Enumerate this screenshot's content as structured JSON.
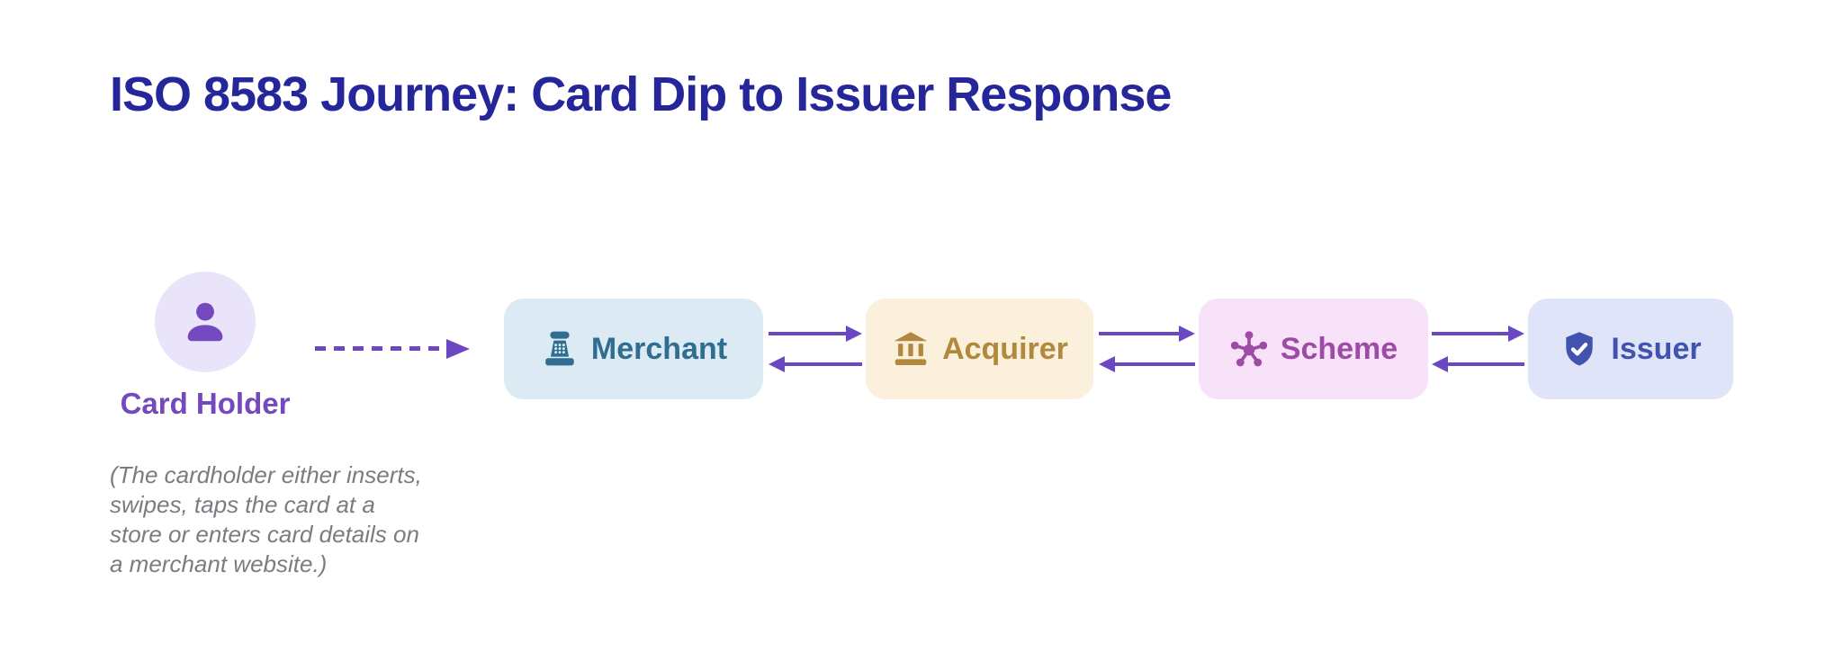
{
  "title": "ISO 8583 Journey: Card Dip to Issuer Response",
  "colors": {
    "title": "#26269B",
    "accent_purple": "#6B48C1",
    "avatar_bg": "#EAE4FB",
    "cardholder_label": "#7448BE",
    "note_gray": "#7C7B82"
  },
  "cardholder": {
    "label": "Card Holder",
    "note": "(The cardholder either inserts,\nswipes, taps the card at a\nstore or enters card details on\na merchant website.)"
  },
  "flow": {
    "nodes": [
      {
        "label": "Merchant",
        "icon": "cash-register-icon",
        "bg": "#DBEAF3",
        "fg": "#2F6E90"
      },
      {
        "label": "Acquirer",
        "icon": "bank-icon",
        "bg": "#FAF0DC",
        "fg": "#B2883C"
      },
      {
        "label": "Scheme",
        "icon": "network-hub-icon",
        "bg": "#F8E2F9",
        "fg": "#9D4BA5"
      },
      {
        "label": "Issuer",
        "icon": "shield-check-icon",
        "bg": "#DFE4F8",
        "fg": "#4253AF"
      }
    ],
    "connections": [
      {
        "from": "Card Holder",
        "to": "Merchant",
        "style": "dashed-one-way"
      },
      {
        "from": "Merchant",
        "to": "Acquirer",
        "style": "bidirectional"
      },
      {
        "from": "Acquirer",
        "to": "Scheme",
        "style": "bidirectional"
      },
      {
        "from": "Scheme",
        "to": "Issuer",
        "style": "bidirectional"
      }
    ]
  }
}
